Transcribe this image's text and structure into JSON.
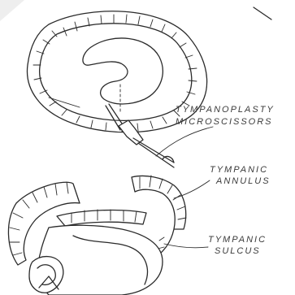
{
  "labels": {
    "microscissors_line1": "TYMPANOPLASTY",
    "microscissors_line2": "MICROSCISSORS",
    "annulus_line1": "TYMPANIC",
    "annulus_line2": "ANNULUS",
    "sulcus_line1": "TYMPANIC",
    "sulcus_line2": "SULCUS"
  }
}
